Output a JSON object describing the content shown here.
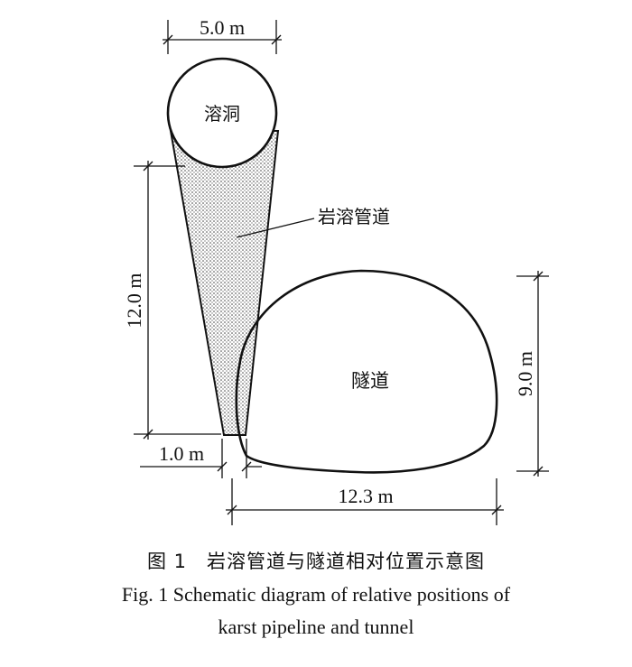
{
  "labels": {
    "cave": "溶洞",
    "pipeline": "岩溶管道",
    "tunnel": "隧道"
  },
  "dimensions": {
    "cave_width": "5.0 m",
    "pipeline_height": "12.0 m",
    "gap": "1.0 m",
    "tunnel_width": "12.3 m",
    "tunnel_height": "9.0 m"
  },
  "caption": {
    "cn": "图 1　岩溶管道与隧道相对位置示意图",
    "en_line1": "Fig. 1    Schematic diagram of relative positions of",
    "en_line2": "karst pipeline and tunnel"
  }
}
